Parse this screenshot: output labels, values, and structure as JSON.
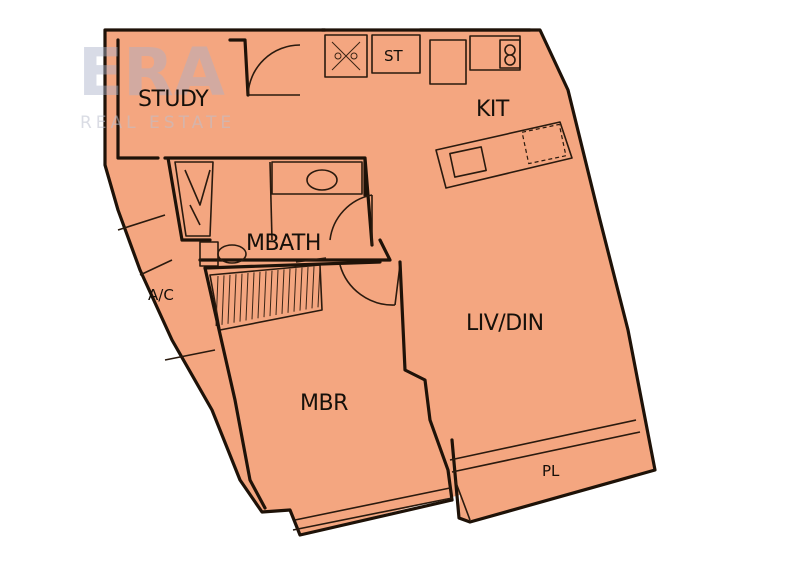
{
  "watermark": {
    "brand": "ERA",
    "tagline": "REAL ESTATE"
  },
  "rooms": {
    "study": "STUDY",
    "kitchen": "KIT",
    "master_bath": "MBATH",
    "ac_ledge": "A/C",
    "living_dining": "LIV/DIN",
    "master_bedroom": "MBR",
    "planter": "PL"
  },
  "fixtures": {
    "store": "ST"
  },
  "colors": {
    "floor_fill": "#f4a680",
    "wall": "#1e1208",
    "watermark": "#a9b1c9"
  }
}
